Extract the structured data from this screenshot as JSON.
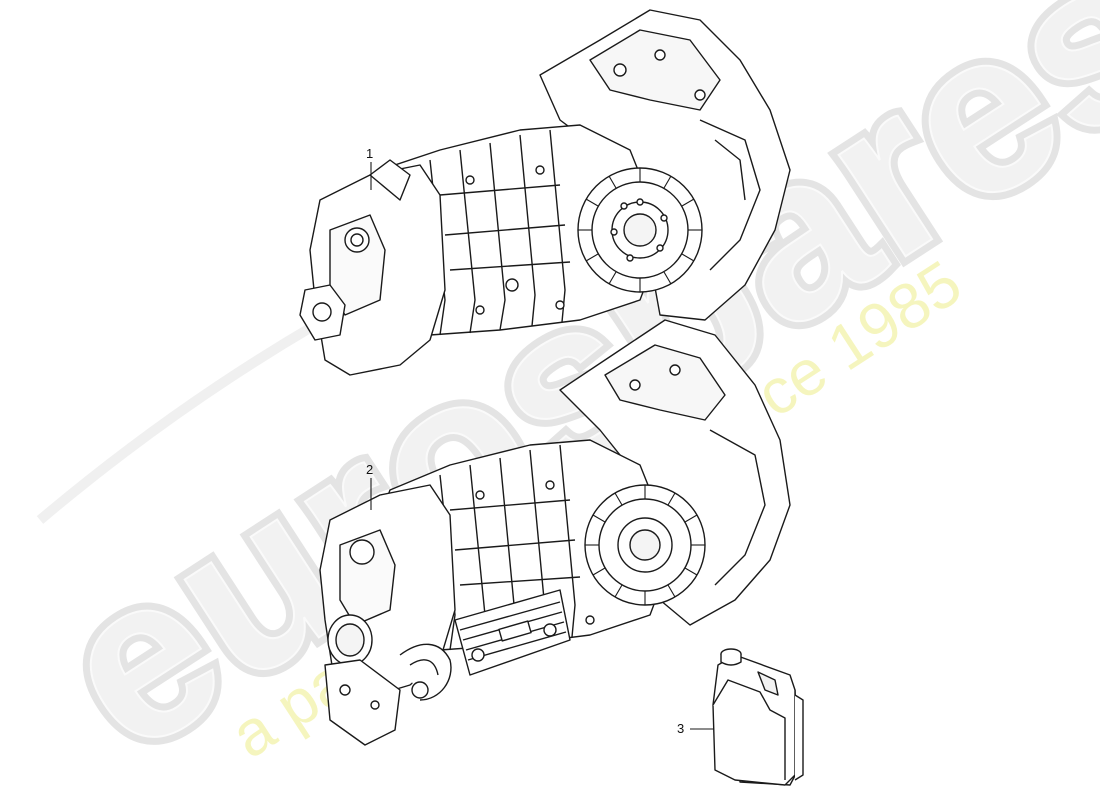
{
  "diagram": {
    "type": "exploded-parts-diagram",
    "subject": "Transmission / gearbox assemblies",
    "parts": [
      {
        "callout": "1",
        "description": "Gearbox assembly (upper)"
      },
      {
        "callout": "2",
        "description": "Gearbox assembly with oil cooler (lower)"
      },
      {
        "callout": "3",
        "description": "Oil canister"
      }
    ]
  },
  "watermark": {
    "brand": "eurospares",
    "tagline": "a passion for parts since 1985",
    "brand_color": "#e6e6e6",
    "tagline_color": "#f5f5b8"
  },
  "colors": {
    "line": "#1a1a1a",
    "background": "#ffffff"
  }
}
